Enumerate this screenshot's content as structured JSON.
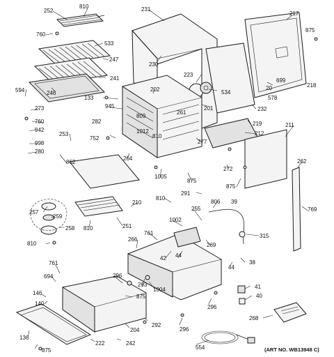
{
  "diagram": {
    "art_number": "(ART NO. WB13948 C)",
    "callouts": [
      {
        "id": "p252",
        "text": "252"
      },
      {
        "id": "p810a",
        "text": "810"
      },
      {
        "id": "p231",
        "text": "231"
      },
      {
        "id": "p217",
        "text": "217"
      },
      {
        "id": "p760a",
        "text": "760"
      },
      {
        "id": "p533",
        "text": "533"
      },
      {
        "id": "p875a",
        "text": "875"
      },
      {
        "id": "p247",
        "text": "247"
      },
      {
        "id": "p230",
        "text": "230"
      },
      {
        "id": "p241",
        "text": "241"
      },
      {
        "id": "p246",
        "text": "246"
      },
      {
        "id": "p223",
        "text": "223"
      },
      {
        "id": "p699",
        "text": "699"
      },
      {
        "id": "p218",
        "text": "218"
      },
      {
        "id": "p20",
        "text": "20"
      },
      {
        "id": "p534",
        "text": "534"
      },
      {
        "id": "p594",
        "text": "594"
      },
      {
        "id": "p202",
        "text": "202"
      },
      {
        "id": "p578",
        "text": "578"
      },
      {
        "id": "p133",
        "text": "133"
      },
      {
        "id": "p945",
        "text": "945"
      },
      {
        "id": "p261",
        "text": "261"
      },
      {
        "id": "p201",
        "text": "201"
      },
      {
        "id": "p232",
        "text": "232"
      },
      {
        "id": "p273",
        "text": "273"
      },
      {
        "id": "p809",
        "text": "809"
      },
      {
        "id": "p760b",
        "text": "760"
      },
      {
        "id": "p282",
        "text": "282"
      },
      {
        "id": "p1012",
        "text": "1012"
      },
      {
        "id": "p810b",
        "text": "810"
      },
      {
        "id": "p219",
        "text": "219"
      },
      {
        "id": "p211",
        "text": "211"
      },
      {
        "id": "p942",
        "text": "942"
      },
      {
        "id": "p212",
        "text": "212"
      },
      {
        "id": "p253",
        "text": "253"
      },
      {
        "id": "p752",
        "text": "752"
      },
      {
        "id": "p998",
        "text": "998"
      },
      {
        "id": "p277",
        "text": "277"
      },
      {
        "id": "p280",
        "text": "280"
      },
      {
        "id": "p264",
        "text": "264"
      },
      {
        "id": "p862",
        "text": "862"
      },
      {
        "id": "p272",
        "text": "272"
      },
      {
        "id": "p262",
        "text": "262"
      },
      {
        "id": "p1005",
        "text": "1005"
      },
      {
        "id": "p875b",
        "text": "875"
      },
      {
        "id": "p875c",
        "text": "875"
      },
      {
        "id": "p291",
        "text": "291"
      },
      {
        "id": "p769",
        "text": "769"
      },
      {
        "id": "p810c",
        "text": "810"
      },
      {
        "id": "p210",
        "text": "210"
      },
      {
        "id": "p806",
        "text": "806"
      },
      {
        "id": "p39",
        "text": "39"
      },
      {
        "id": "p255",
        "text": "255"
      },
      {
        "id": "p257",
        "text": "257"
      },
      {
        "id": "p259",
        "text": "259"
      },
      {
        "id": "p1002",
        "text": "1002"
      },
      {
        "id": "p810d",
        "text": "810"
      },
      {
        "id": "p251",
        "text": "251"
      },
      {
        "id": "p761a",
        "text": "761"
      },
      {
        "id": "p315",
        "text": "315"
      },
      {
        "id": "p258",
        "text": "258"
      },
      {
        "id": "p266",
        "text": "266"
      },
      {
        "id": "p810e",
        "text": "810"
      },
      {
        "id": "p269",
        "text": "269"
      },
      {
        "id": "p42",
        "text": "42"
      },
      {
        "id": "p44a",
        "text": "44"
      },
      {
        "id": "p44b",
        "text": "44"
      },
      {
        "id": "p38",
        "text": "38"
      },
      {
        "id": "p761b",
        "text": "761"
      },
      {
        "id": "p694",
        "text": "694"
      },
      {
        "id": "p296a",
        "text": "296"
      },
      {
        "id": "p293",
        "text": "293"
      },
      {
        "id": "p1004",
        "text": "1004"
      },
      {
        "id": "p146",
        "text": "146"
      },
      {
        "id": "p140",
        "text": "140"
      },
      {
        "id": "p875d",
        "text": "875"
      },
      {
        "id": "p41",
        "text": "41"
      },
      {
        "id": "p40",
        "text": "40"
      },
      {
        "id": "p296b",
        "text": "296"
      },
      {
        "id": "p292",
        "text": "292"
      },
      {
        "id": "p204",
        "text": "204"
      },
      {
        "id": "p268",
        "text": "268"
      },
      {
        "id": "p296c",
        "text": "296"
      },
      {
        "id": "p136",
        "text": "136"
      },
      {
        "id": "p222",
        "text": "222"
      },
      {
        "id": "p242",
        "text": "242"
      },
      {
        "id": "p554",
        "text": "554"
      },
      {
        "id": "p875e",
        "text": "875"
      }
    ]
  }
}
